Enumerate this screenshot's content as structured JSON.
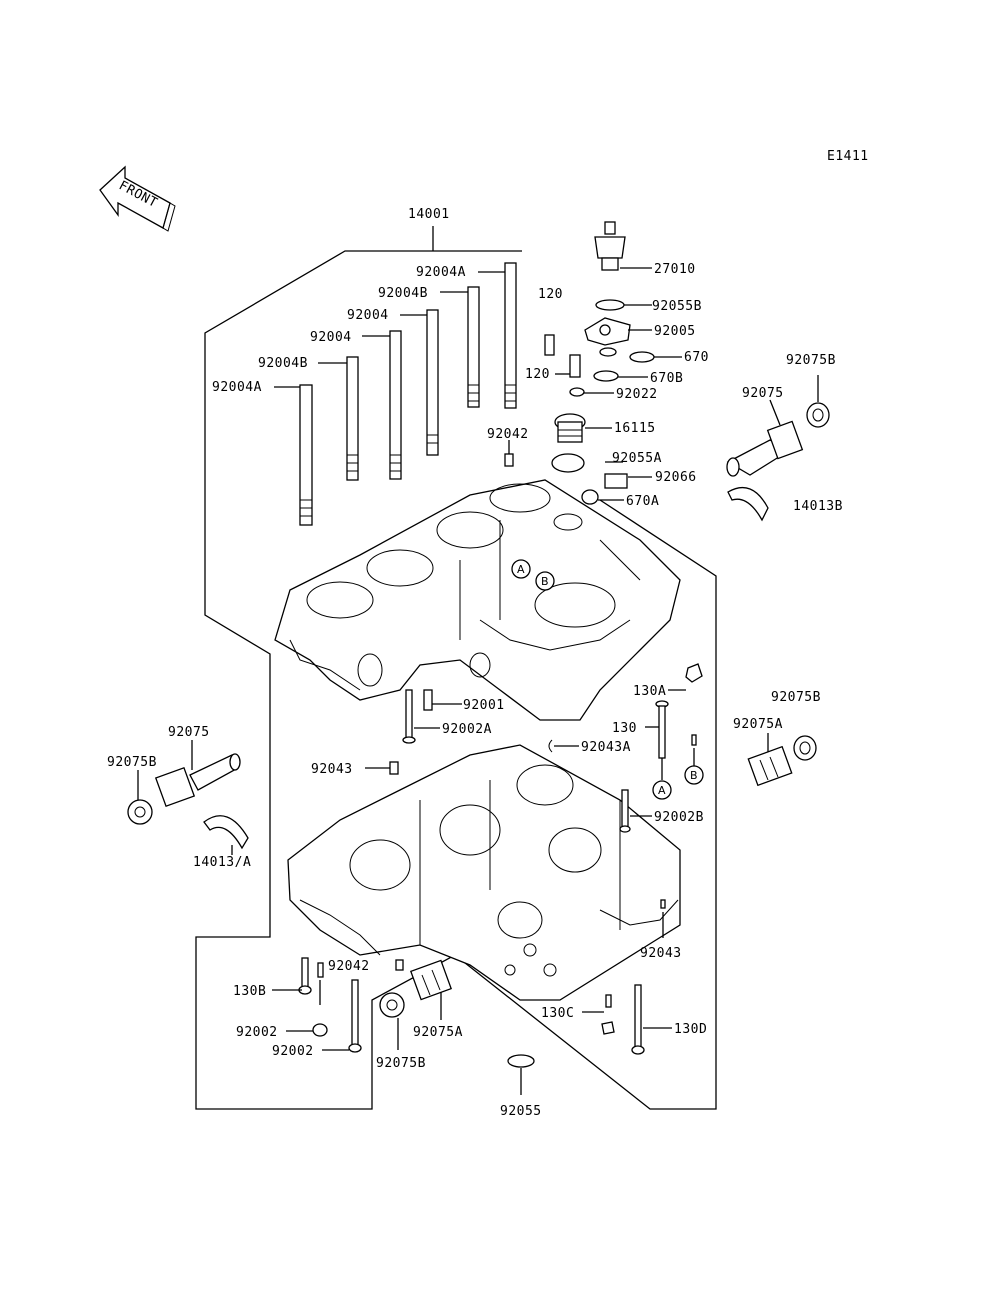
{
  "diagram_id": "E1411",
  "front_arrow_text": "FRONT",
  "callouts": {
    "A": "A",
    "B": "B"
  },
  "labels": {
    "p14001": "14001",
    "p27010": "27010",
    "p92055B": "92055B",
    "p92005": "92005",
    "p670": "670",
    "p670B": "670B",
    "p92022": "92022",
    "p120_top": "120",
    "p120": "120",
    "p16115": "16115",
    "p92055A": "92055A",
    "p92066": "92066",
    "p670A": "670A",
    "p92075B_tr": "92075B",
    "p92075_tr": "92075",
    "p14013B": "14013B",
    "p92004A_1": "92004A",
    "p92004B_1": "92004B",
    "p92004_1": "92004",
    "p92004_2": "92004",
    "p92004B_2": "92004B",
    "p92004A_2": "92004A",
    "p92042_top": "92042",
    "p130A": "130A",
    "p130": "130",
    "p92075B_r": "92075B",
    "p92075A_r": "92075A",
    "p92001": "92001",
    "p92002A": "92002A",
    "p92043A": "92043A",
    "p92043_l": "92043",
    "p92075_l": "92075",
    "p92075B_l": "92075B",
    "p14013A": "14013/A",
    "p92002B": "92002B",
    "p92043_r": "92043",
    "p130B": "130B",
    "p92042_bot": "92042",
    "p92002_1": "92002",
    "p92002_2": "92002",
    "p92075A_b": "92075A",
    "p92075B_b": "92075B",
    "p130C": "130C",
    "p130D": "130D",
    "p92055": "92055"
  }
}
